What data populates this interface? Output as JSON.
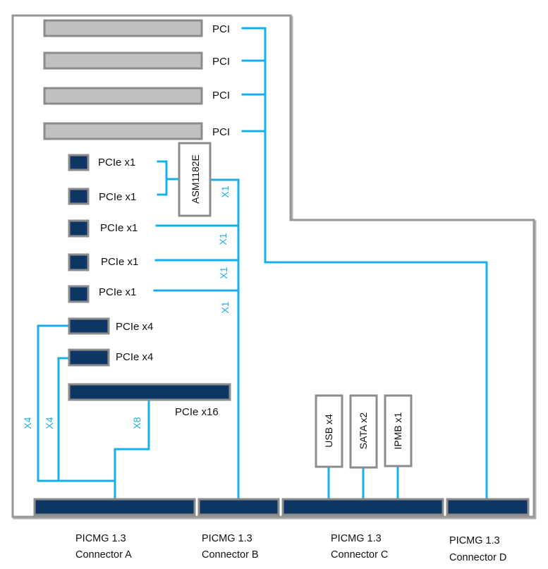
{
  "diagram": {
    "colors": {
      "board_outline": "#969696",
      "pci_slot_fill": "#c0c0c0",
      "pcie_slot_fill": "#0f3766",
      "slot_border": "#8c8c8c",
      "bus_line": "#15b0ee",
      "label_text": "#111111",
      "lane_text": "#1ab0ec"
    },
    "pci_slots": [
      {
        "label": "PCI"
      },
      {
        "label": "PCI"
      },
      {
        "label": "PCI"
      },
      {
        "label": "PCI"
      }
    ],
    "bridge": {
      "label": "ASM1182E",
      "uplink_lanes": "X1"
    },
    "pcie_x1_slots": [
      {
        "label": "PCIe x1",
        "via": "bridge"
      },
      {
        "label": "PCIe x1",
        "via": "bridge"
      },
      {
        "label": "PCIe x1",
        "lanes": "X1"
      },
      {
        "label": "PCIe x1",
        "lanes": "X1"
      },
      {
        "label": "PCIe x1",
        "lanes": "X1"
      }
    ],
    "pcie_x4_slots": [
      {
        "label": "PCIe x4",
        "lanes": "X4"
      },
      {
        "label": "PCIe x4",
        "lanes": "X4"
      }
    ],
    "pcie_x16_slot": {
      "label": "PCIe x16",
      "lanes": "X8"
    },
    "io_blocks": [
      {
        "label": "USB x4"
      },
      {
        "label": "SATA x2"
      },
      {
        "label": "IPMB x1"
      }
    ],
    "connectors": [
      {
        "line1": "PICMG 1.3",
        "line2": "Connector A"
      },
      {
        "line1": "PICMG 1.3",
        "line2": "Connector B"
      },
      {
        "line1": "PICMG 1.3",
        "line2": "Connector C"
      },
      {
        "line1": "PICMG 1.3",
        "line2": "Connector D"
      }
    ]
  }
}
